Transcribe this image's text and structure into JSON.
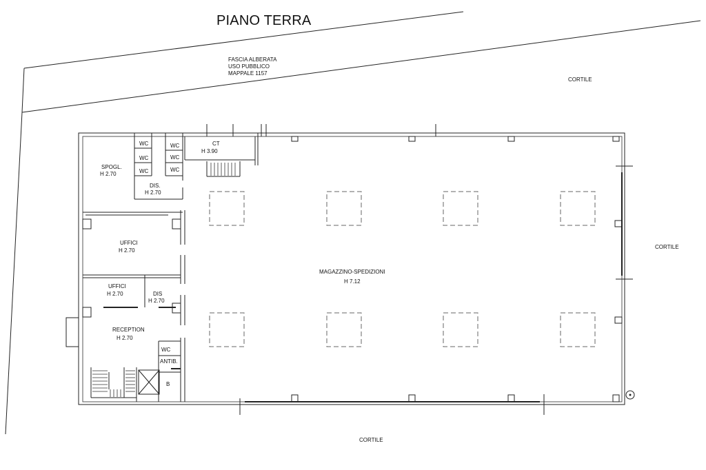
{
  "title": "PIANO TERRA",
  "context": {
    "fascia_line1": "FASCIA ALBERATA",
    "fascia_line2": "USO PUBBLICO",
    "fascia_line3": "MAPPALE 1157",
    "cortile_label": "CORTILE"
  },
  "rooms": {
    "ct_name": "CT",
    "ct_height": "H 3.90",
    "spogl_name": "SPOGL.",
    "spogl_height": "H 2.70",
    "dis_top_name": "DIS.",
    "dis_top_height": "H 2.70",
    "uffici1_name": "UFFICI",
    "uffici1_height": "H 2.70",
    "uffici2_name": "UFFICI",
    "uffici2_height": "H 2.70",
    "dis_mid_name": "DIS",
    "dis_mid_height": "H 2.70",
    "reception_name": "RECEPTION",
    "reception_height": "H 2.70",
    "antib_name": "ANTIB.",
    "wc_label": "WC",
    "b_label": "B",
    "magazzino_name": "MAGAZZINO-SPEDIZIONI",
    "magazzino_height": "H 7.12"
  },
  "colors": {
    "line": "#222222",
    "dashed": "#666666"
  }
}
